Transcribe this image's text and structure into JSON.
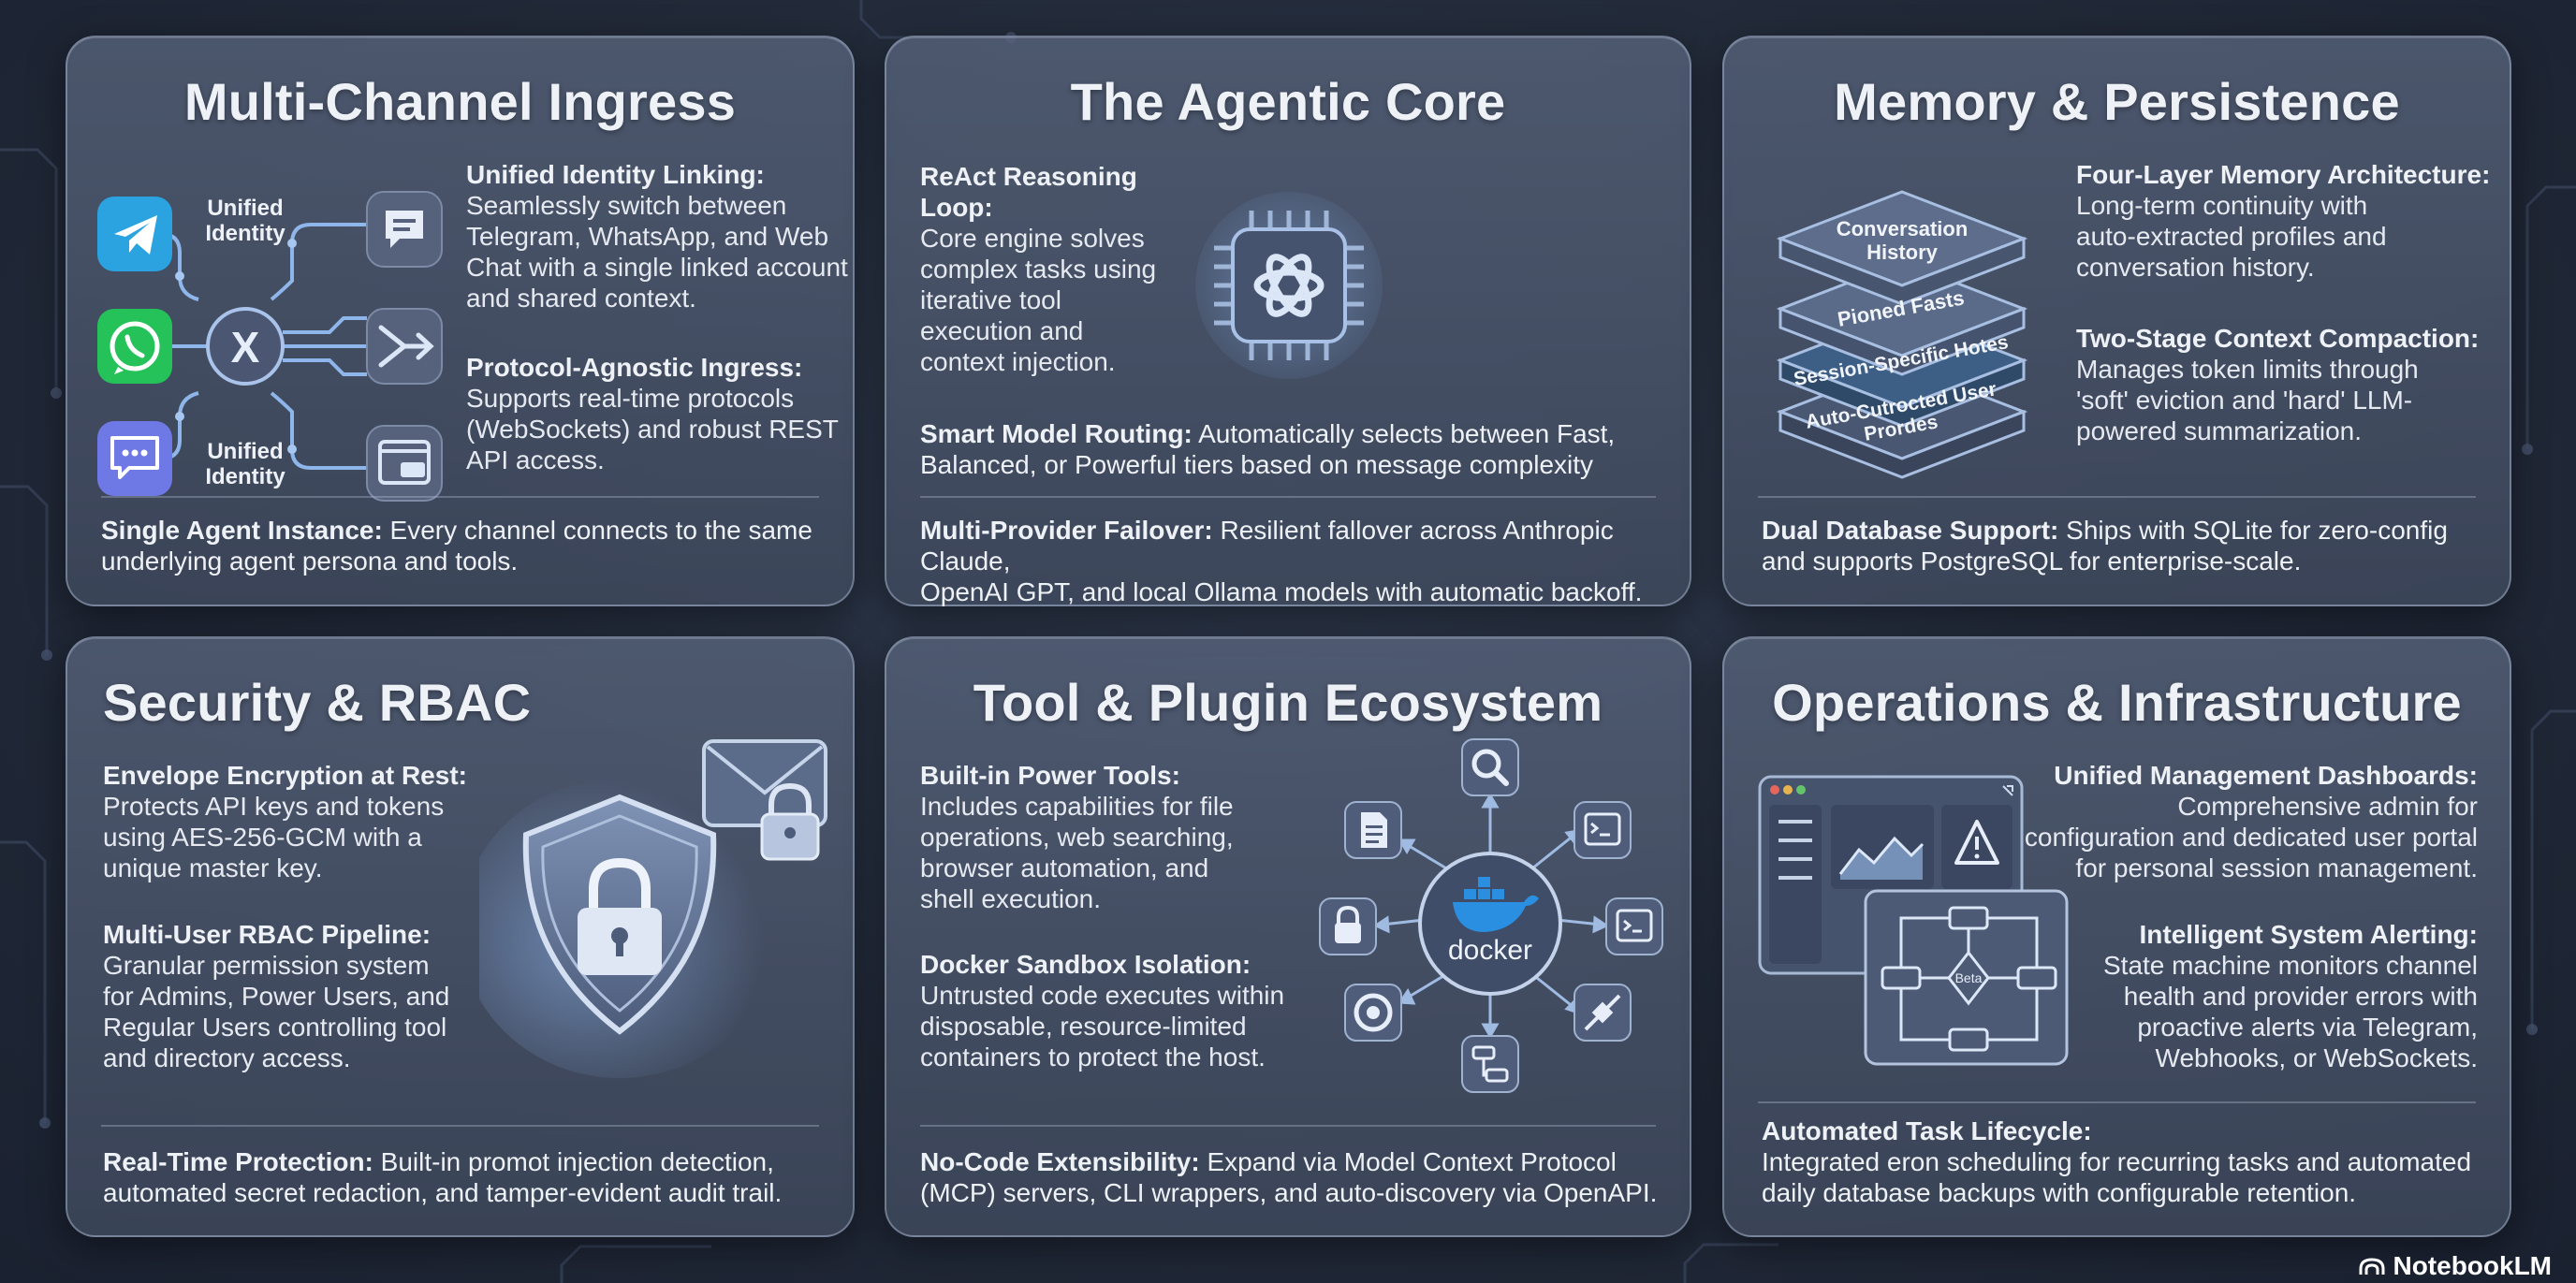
{
  "panels": {
    "ingress": {
      "title": "Multi-Channel Ingress",
      "diagram_labels": [
        "Unified",
        "Identity",
        "Unified",
        "Identity"
      ],
      "hub_letter": "X",
      "features": [
        {
          "heading": "Unified Identity Linking:",
          "lines": [
            "Seamlessly switch between",
            "Telegram, WhatsApp, and Web",
            "Chat with a single linked account",
            "and shared context."
          ]
        },
        {
          "heading": "Protocol-Agnostic Ingress:",
          "lines": [
            "Supports real-time protocols",
            "(WebSockets) and robust REST",
            "API access."
          ]
        }
      ],
      "footer": {
        "label": "Single Agent Instance:",
        "text": " Every channel connects to the same",
        "line2": "underlying agent persona and tools."
      }
    },
    "core": {
      "title": "The Agentic Core",
      "features": [
        {
          "heading": "ReAct Reasoning Loop:",
          "lines": [
            "Core engine solves",
            "complex tasks using",
            "iterative tool",
            "execution and",
            "context injection."
          ]
        }
      ],
      "routing": {
        "label": "Smart Model Routing:",
        "text": " Automatically selects between Fast,",
        "line2": "Balanced, or Powerful tiers based on message complexity"
      },
      "footer": {
        "label": "Multi-Provider Failover:",
        "text": " Resilient fallover across Anthropic Claude,",
        "line2": "OpenAI GPT, and local Ollama models with automatic backoff."
      }
    },
    "memory": {
      "title": "Memory & Persistence",
      "layers": [
        "Conversation History",
        "Pioned Fasts",
        "Session-Specific Hotes",
        "Auto-Cutrocted User Prordes"
      ],
      "features": [
        {
          "heading": "Four-Layer Memory Architecture:",
          "lines": [
            "Long-term continuity with",
            "auto-extracted profiles and",
            "conversation history."
          ]
        },
        {
          "heading": "Two-Stage Context Compaction:",
          "lines": [
            "Manages token limits through",
            "'soft' eviction and 'hard' LLM-",
            "powered summarization."
          ]
        }
      ],
      "footer": {
        "label": "Dual Database Support:",
        "text": " Ships with SQLite for zero-config",
        "line2": "and supports PostgreSQL for enterprise-scale."
      }
    },
    "security": {
      "title": "Security & RBAC",
      "features": [
        {
          "heading": "Envelope Encryption at Rest:",
          "lines": [
            "Protects API keys and tokens",
            "using AES-256-GCM with a",
            "unique master key."
          ]
        },
        {
          "heading": "Multi-User RBAC Pipeline:",
          "lines": [
            "Granular permission system",
            "for Admins, Power Users, and",
            "Regular Users controlling tool",
            "and directory access."
          ]
        }
      ],
      "footer": {
        "label": "Real-Time Protection:",
        "text": " Built-in promot injection detection,",
        "line2": "automated secret redaction, and tamper-evident audit trail."
      }
    },
    "tools": {
      "title": "Tool & Plugin Ecosystem",
      "hub_label": "docker",
      "features": [
        {
          "heading": "Built-in Power Tools:",
          "lines": [
            "Includes capabilities for file",
            "operations, web searching,",
            "browser automation, and",
            "shell execution."
          ]
        },
        {
          "heading": "Docker Sandbox Isolation:",
          "lines": [
            "Untrusted code executes within",
            "disposable, resource-limited",
            "containers to protect the host."
          ]
        }
      ],
      "footer": {
        "label": "No-Code Extensibility:",
        "text": " Expand via Model Context Protocol",
        "line2": "(MCP) servers, CLI wrappers, and auto-discovery via OpenAPI."
      }
    },
    "ops": {
      "title": "Operations & Infrastructure",
      "state_label": "Beta",
      "features": [
        {
          "heading": "Unified Management Dashboards:",
          "lines": [
            "Comprehensive admin for",
            "configuration and dedicated user portal",
            "for personal session management."
          ]
        },
        {
          "heading": "Intelligent System Alerting:",
          "lines": [
            "State machine monitors channel",
            "health and provider errors with",
            "proactive alerts via Telegram,",
            "Webhooks, or WebSockets."
          ]
        }
      ],
      "footer": {
        "label": "Automated Task Lifecycle:",
        "text": "",
        "line2": "Integrated eron scheduling for recurring tasks and automated",
        "line3": "daily database backups with configurable retention."
      }
    }
  },
  "brand": "NotebookLM",
  "colors": {
    "telegram": "#2aa3e0",
    "whatsapp": "#25c25a",
    "webchat": "#6f79e6",
    "accent": "#8fb6ea"
  }
}
